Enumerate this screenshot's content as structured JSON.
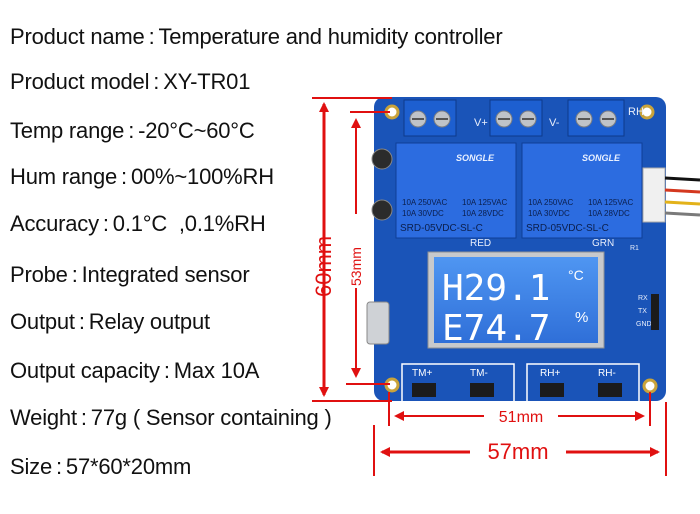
{
  "specs": [
    {
      "label": "Product name",
      "value": "Temperature and humidity controller"
    },
    {
      "label": "Product model",
      "value": "XY-TR01"
    },
    {
      "label": "Temp range",
      "value": "-20°C~60°C"
    },
    {
      "label": "Hum range",
      "value": "00%~100%RH"
    },
    {
      "label": "Accuracy",
      "value": "0.1°C  ,0.1%RH"
    },
    {
      "label": "Probe",
      "value": "Integrated sensor"
    },
    {
      "label": "Output",
      "value": "Relay output"
    },
    {
      "label": "Output capacity",
      "value": "Max 10A"
    },
    {
      "label": "Weight",
      "value": "77g ( Sensor containing )"
    },
    {
      "label": "Size",
      "value": "57*60*20mm"
    }
  ],
  "separator": ":",
  "dimensions": {
    "height": "60mm",
    "inner_height": "53mm",
    "inner_width": "51mm",
    "width": "57mm"
  },
  "board": {
    "relay_brand": "SONGLE",
    "relay_spec_1": "10A 250VAC",
    "relay_spec_2": "10A 125VAC",
    "relay_spec_3": "10A 30VDC",
    "relay_spec_4": "10A 28VDC",
    "relay_model": "SRD-05VDC-SL-C",
    "lcd_line1": "H29.1",
    "lcd_line2": "E74.7",
    "lcd_unit1": "°C",
    "lcd_unit2": "%",
    "buttons": [
      "TM+",
      "TM-",
      "RH+",
      "RH-"
    ],
    "labels": {
      "v_plus": "V+",
      "v_minus": "V-",
      "rh": "RH",
      "red": "RED",
      "grn": "GRN",
      "rx": "RX",
      "tx": "TX",
      "gnd": "GND",
      "r1": "R1"
    }
  },
  "colors": {
    "dimension": "#e01010",
    "pcb": "#1a54b8",
    "lcd": "#3a7fe6",
    "terminal": "#1d5fd0"
  }
}
